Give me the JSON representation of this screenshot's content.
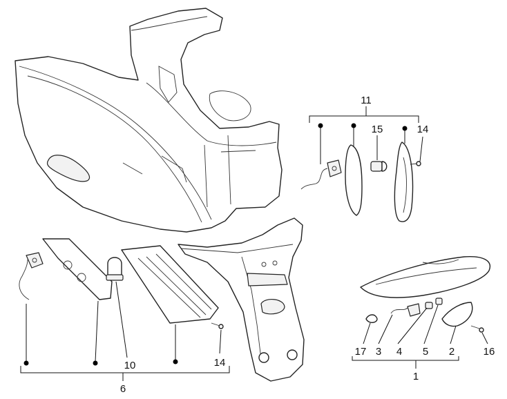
{
  "diagram": {
    "callouts": {
      "c1": "1",
      "c2": "2",
      "c3": "3",
      "c4": "4",
      "c5": "5",
      "c6": "6",
      "c10": "10",
      "c11": "11",
      "c14a": "14",
      "c14b": "14",
      "c15": "15",
      "c16": "16",
      "c17": "17"
    },
    "colors": {
      "line": "#222222",
      "background": "#ffffff"
    }
  }
}
